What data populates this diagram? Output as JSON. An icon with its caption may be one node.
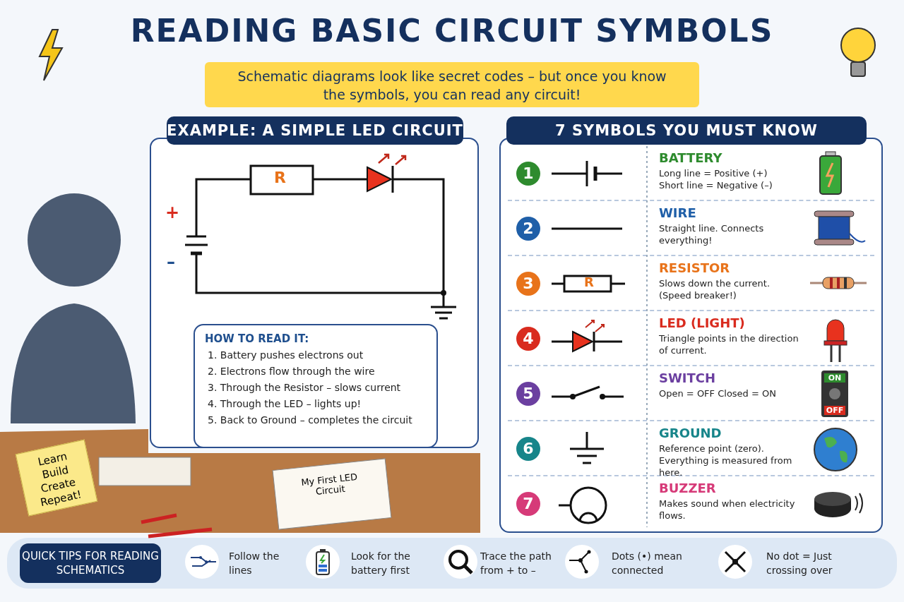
{
  "diagram": {
    "title": "READING BASIC CIRCUIT SYMBOLS",
    "nodes": [
      {
        "text": [
          "Schematic diagrams look like secret codes – but once you know the symbols, you can read any circuit!"
        ]
      },
      {
        "text": [
          "EXAMPLE: A SIMPLE LED CIRCUIT"
        ]
      },
      {
        "text": [
          "HOW TO READ IT:",
          "1. Battery pushes electrons out",
          "2. Electrons flow through the wire",
          "3. Through the Resistor – slows current",
          "4. Through the LED – lights up!",
          "5. Back to Ground – completes the circuit"
        ],
        "in": 1
      },
      {
        "text": [
          "7 SYMBOLS YOU MUST KNOW"
        ]
      },
      {
        "text": [
          "1",
          "BATTERY",
          "Long line = Positive (+) Short line = Negative (–)"
        ],
        "in": 3
      },
      {
        "text": [
          "2",
          "WIRE",
          "Straight line. Connects everything!"
        ],
        "in": 3
      },
      {
        "text": [
          "3",
          "RESISTOR",
          "Slows down the current. (Speed breaker!)"
        ],
        "in": 3
      },
      {
        "text": [
          "4",
          "LED (LIGHT)",
          "Triangle points in the direction of current."
        ],
        "in": 3
      },
      {
        "text": [
          "5",
          "SWITCH",
          "Open = OFF Closed = ON"
        ],
        "in": 3
      },
      {
        "text": [
          "6",
          "GROUND",
          "Reference point (zero). Everything is measured from here."
        ],
        "in": 3
      },
      {
        "text": [
          "7",
          "BUZZER",
          "Makes sound when electricity flows."
        ],
        "in": 3
      },
      {
        "text": [
          "QUICK TIPS FOR READING SCHEMATICS"
        ]
      }
    ],
    "labels": [
      "R",
      "+",
      "–",
      "Learn Build Create Repeat!",
      "My First LED Circuit",
      "R",
      "ON",
      "OFF",
      "Follow the lines",
      "Look for the battery first",
      "Trace the path from + to –",
      "Dots (•) mean connected",
      "No dot = Just crossing over"
    ]
  }
}
